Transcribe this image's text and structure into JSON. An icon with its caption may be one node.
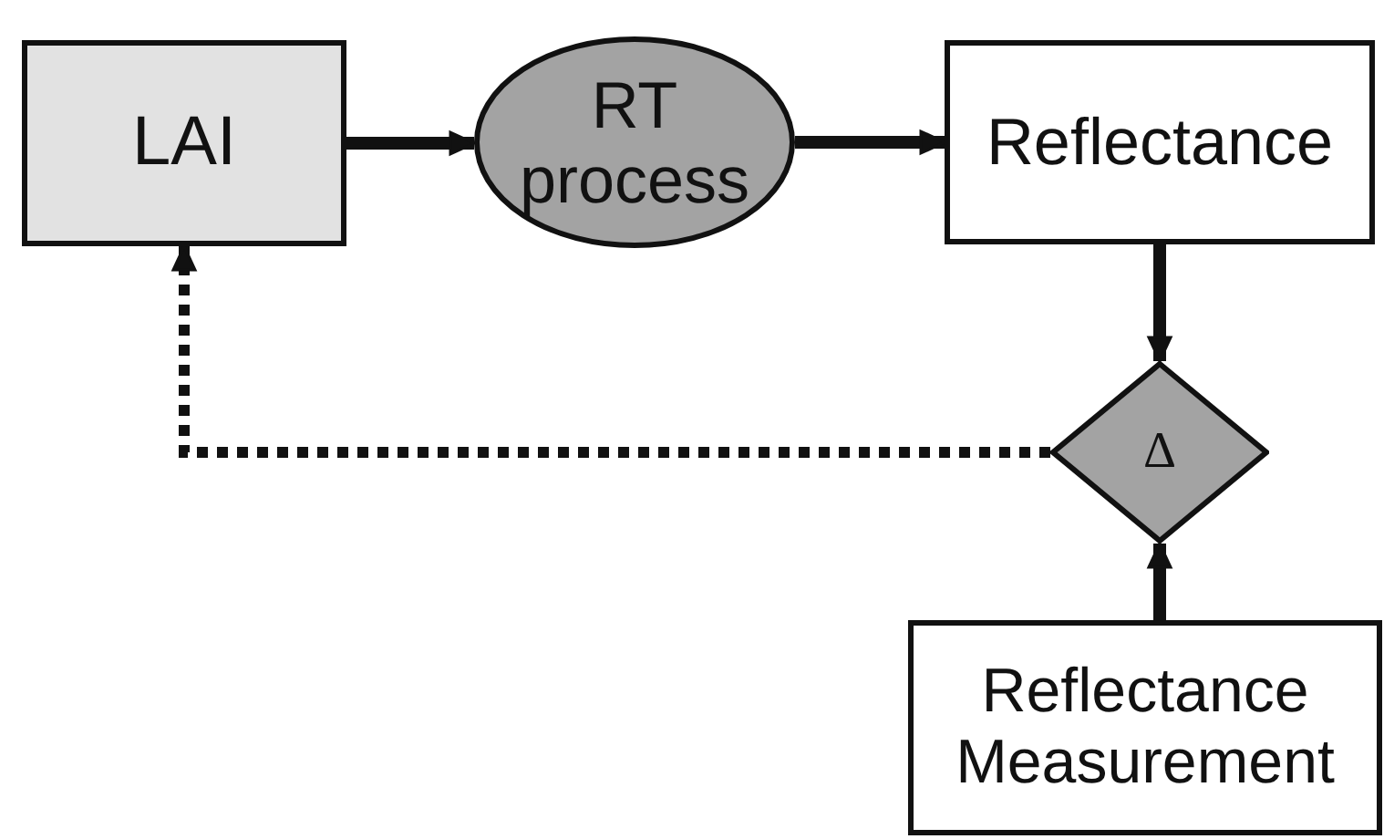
{
  "diagram": {
    "nodes": [
      {
        "text": [
          "LAI"
        ]
      },
      {
        "text": [
          "RT process"
        ]
      },
      {
        "text": [
          "Reflectance"
        ]
      },
      {
        "text": [
          "Δ"
        ]
      },
      {
        "text": [
          "Reflectance Measurement"
        ]
      }
    ],
    "edges": [
      {
        "from": 0,
        "to": 1,
        "arrow": "to"
      },
      {
        "from": 1,
        "to": 2,
        "arrow": "to"
      },
      {
        "from": 2,
        "to": 3,
        "arrow": "to"
      },
      {
        "from": 4,
        "to": 3,
        "arrow": "to"
      },
      {
        "from": 3,
        "to": 0,
        "arrow": "to",
        "style": "dashed"
      }
    ]
  }
}
